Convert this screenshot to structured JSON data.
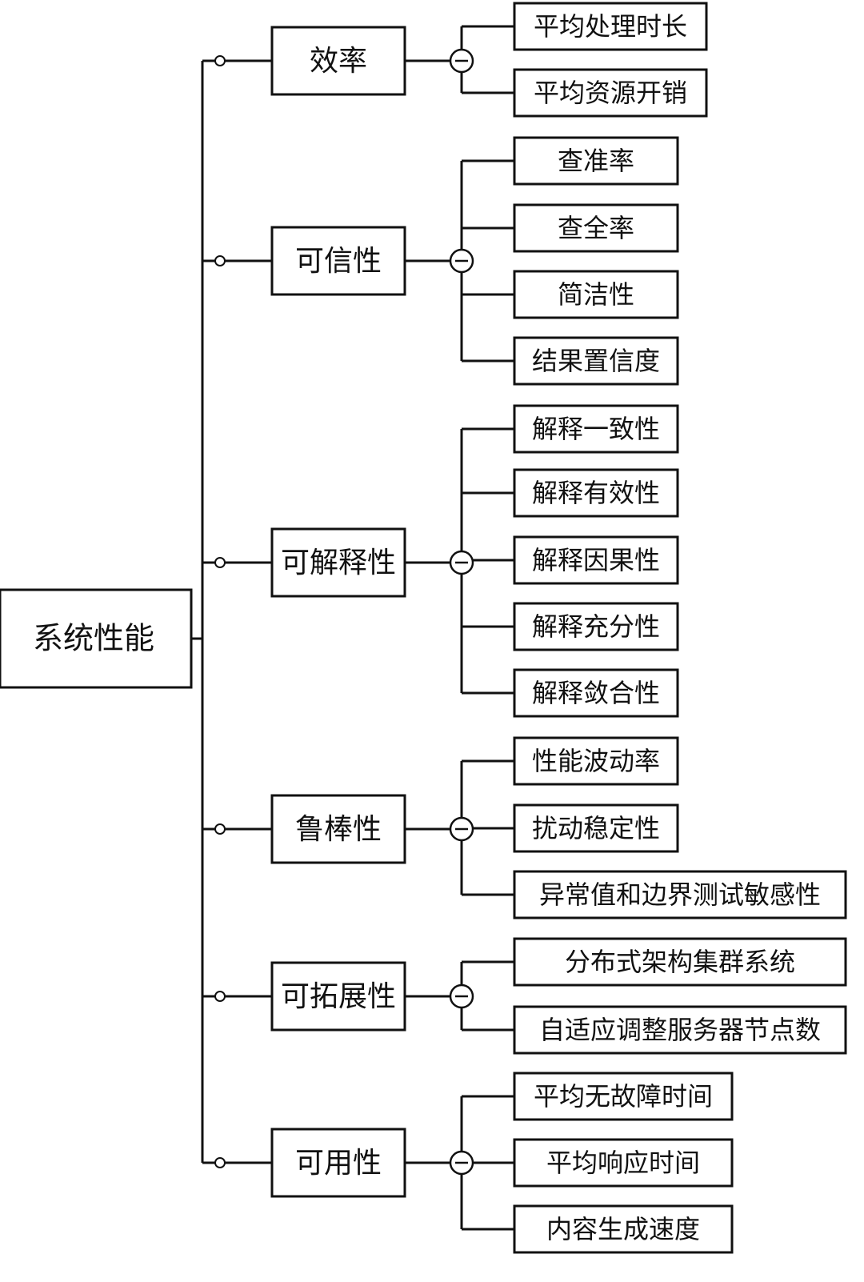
{
  "root": {
    "label": "系统性能"
  },
  "categories": [
    {
      "label": "效率",
      "items": [
        "平均处理时长",
        "平均资源开销"
      ]
    },
    {
      "label": "可信性",
      "items": [
        "查准率",
        "查全率",
        "简洁性",
        "结果置信度"
      ]
    },
    {
      "label": "可解释性",
      "items": [
        "解释一致性",
        "解释有效性",
        "解释因果性",
        "解释充分性",
        "解释敛合性"
      ]
    },
    {
      "label": "鲁棒性",
      "items": [
        "性能波动率",
        "扰动稳定性",
        "异常值和边界测试敏感性"
      ]
    },
    {
      "label": "可拓展性",
      "items": [
        "分布式架构集群系统",
        "自适应调整服务器节点数"
      ]
    },
    {
      "label": "可用性",
      "items": [
        "平均无故障时间",
        "平均响应时间",
        "内容生成速度"
      ]
    }
  ]
}
